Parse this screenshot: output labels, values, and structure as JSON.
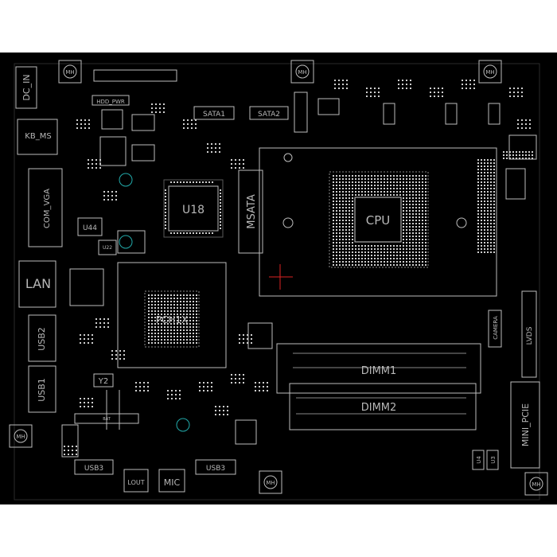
{
  "board": {
    "components": {
      "dc_in": "DC_IN",
      "kb_ms": "KB_MS",
      "com_vga": "COM_VGA",
      "lan": "LAN",
      "usb2": "USB2",
      "usb1": "USB1",
      "u18": "U18",
      "u44": "U44",
      "u22": "U22",
      "msata": "MSATA",
      "cpu": "CPU",
      "pch": "PCH1X",
      "dimm1": "DIMM1",
      "dimm2": "DIMM2",
      "mini_pcie": "MINI_PCIE",
      "lvds": "LVDS",
      "camera": "CAMERA",
      "hdd_pwr": "HDD_PWR",
      "sata1": "SATA1",
      "sata2": "SATA2",
      "usb3": "USB3",
      "usb3b": "USB3",
      "lout": "LOUT",
      "mic": "MIC",
      "y2": "Y2",
      "bat": "BAT",
      "u3": "U3",
      "u4": "U4",
      "mh": "MH"
    }
  }
}
